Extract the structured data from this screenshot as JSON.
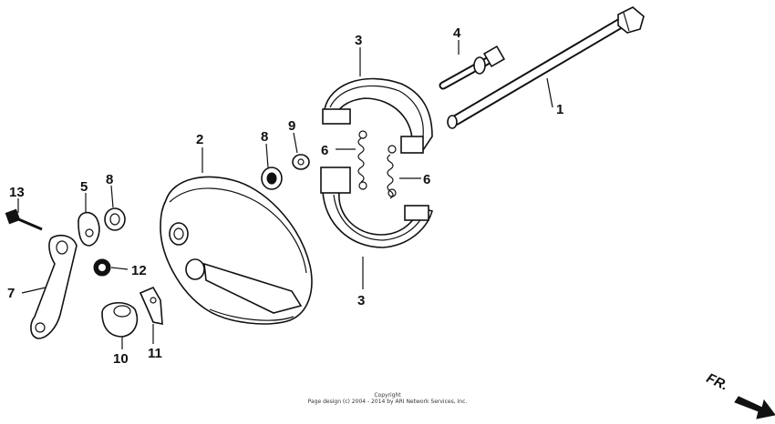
{
  "diagram": {
    "callouts": [
      "1",
      "2",
      "3",
      "3",
      "4",
      "5",
      "6",
      "6",
      "7",
      "8",
      "8",
      "9",
      "10",
      "11",
      "12",
      "13"
    ],
    "direction_label": "FR.",
    "copyright_line1": "Copyright",
    "copyright_line2": "Page design (c) 2004 - 2014 by ARI Network Services, Inc."
  }
}
